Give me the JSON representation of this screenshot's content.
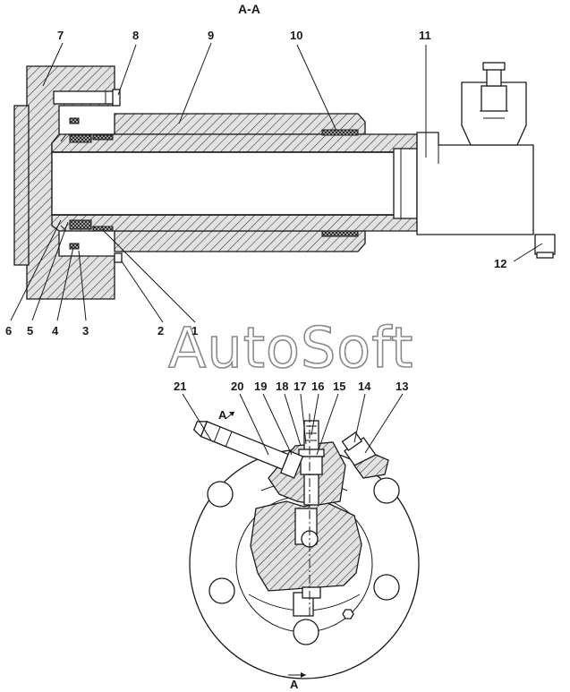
{
  "section_title": "A-A",
  "watermark": "AutoSoft",
  "view_arrow_label": "A",
  "callouts_top": {
    "p7": "7",
    "p8": "8",
    "p9": "9",
    "p10": "10",
    "p11": "11",
    "p12": "12",
    "p6": "6",
    "p5": "5",
    "p4": "4",
    "p3": "3",
    "p2": "2",
    "p1": "1"
  },
  "callouts_bottom": {
    "p21": "21",
    "p20": "20",
    "p19": "19",
    "p18": "18",
    "p17": "17",
    "p16": "16",
    "p15": "15",
    "p14": "14",
    "p13": "13"
  }
}
